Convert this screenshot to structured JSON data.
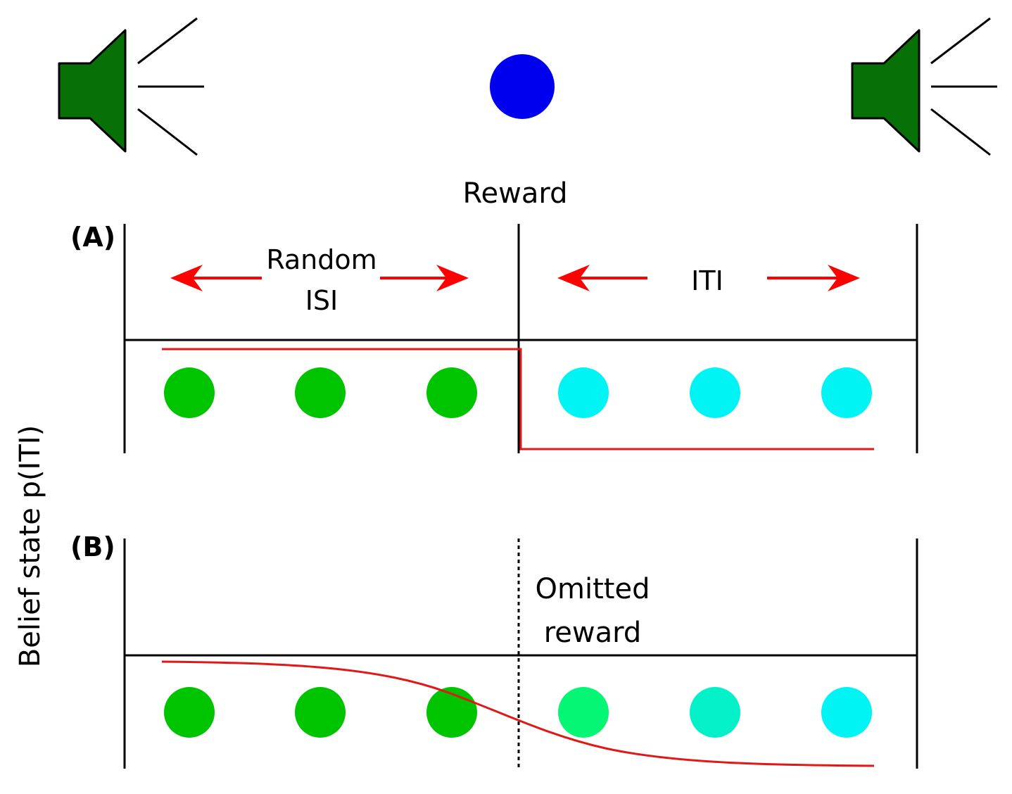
{
  "top": {
    "reward_label": "Reward",
    "left_icon": "speaker-icon",
    "center_icon": "reward-dot",
    "right_icon": "speaker-icon"
  },
  "y_axis_label": "Belief state p(ITI)",
  "panel_a": {
    "tag": "(A)",
    "isi_label_line1": "Random",
    "isi_label_line2": "ISI",
    "iti_label": "ITI"
  },
  "panel_b": {
    "tag": "(B)",
    "omitted_line1": "Omitted",
    "omitted_line2": "reward"
  },
  "colors": {
    "speaker": "#077007",
    "reward_dot": "#0000ee",
    "arrow": "#ff0000",
    "belief_curve": "#e01818",
    "isi_state": "#00c400",
    "iti_state": "#00f4f4",
    "panel_b_states": [
      "#00c400",
      "#00c400",
      "#00c400",
      "#05f575",
      "#04f0c8",
      "#00f4f4"
    ]
  }
}
